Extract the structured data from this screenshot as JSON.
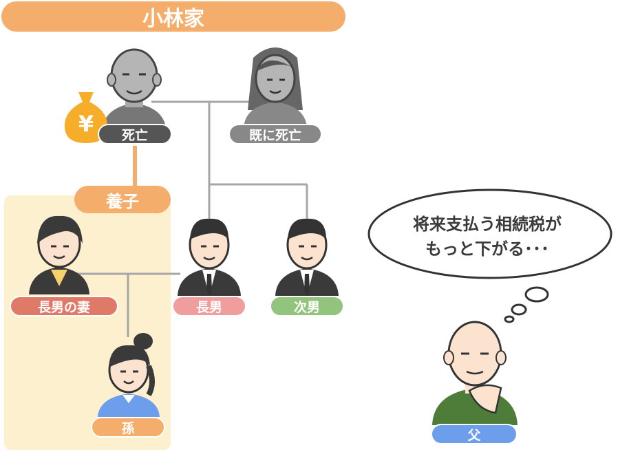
{
  "title": "小林家",
  "labels": {
    "grandfather": "死亡",
    "grandmother": "既に死亡",
    "adopted": "養子",
    "wife": "長男の妻",
    "eldest_son": "長男",
    "second_son": "次男",
    "grandchild": "孫",
    "father": "父"
  },
  "thought": {
    "line1": "将来支払う相続税が",
    "line2": "もっと下がる･･･"
  },
  "money_bag_symbol": "¥",
  "colors": {
    "title_bar": "#f5ad6b",
    "adopted_bg": "#fdf0cf",
    "deceased": "#555555",
    "deceased_earlier": "#888888",
    "wife": "#e07a68",
    "eldest_son": "#ef9d9d",
    "second_son": "#93c47d",
    "grandchild": "#f5ad6b",
    "father": "#6d9eeb",
    "money_bag": "#f6ad2a"
  }
}
